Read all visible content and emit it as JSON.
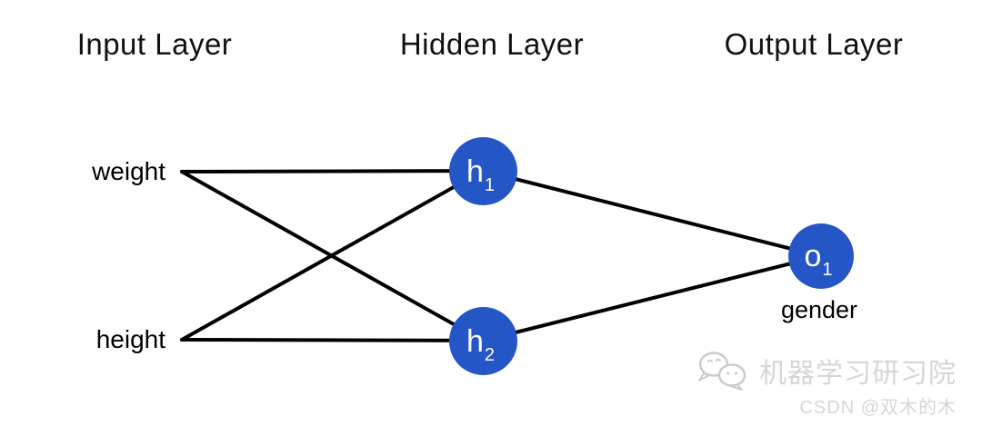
{
  "colors": {
    "node_fill": "#2456c5",
    "node_text": "#ffffff",
    "edge": "#000000",
    "watermark": "#d6d6d6"
  },
  "headers": {
    "input": "Input Layer",
    "hidden": "Hidden Layer",
    "output": "Output Layer"
  },
  "nodes": {
    "inputs": [
      {
        "label": "weight"
      },
      {
        "label": "height"
      }
    ],
    "hidden": [
      {
        "base": "h",
        "sub": "1"
      },
      {
        "base": "h",
        "sub": "2"
      }
    ],
    "output": {
      "base": "o",
      "sub": "1",
      "caption": "gender"
    }
  },
  "edges": [
    {
      "from": "weight",
      "to": "h1"
    },
    {
      "from": "weight",
      "to": "h2"
    },
    {
      "from": "height",
      "to": "h1"
    },
    {
      "from": "height",
      "to": "h2"
    },
    {
      "from": "h1",
      "to": "o1"
    },
    {
      "from": "h2",
      "to": "o1"
    }
  ],
  "watermark": {
    "icon": "wechat-icon",
    "brand": "机器学习研习院",
    "credit": "CSDN @双木的木"
  }
}
